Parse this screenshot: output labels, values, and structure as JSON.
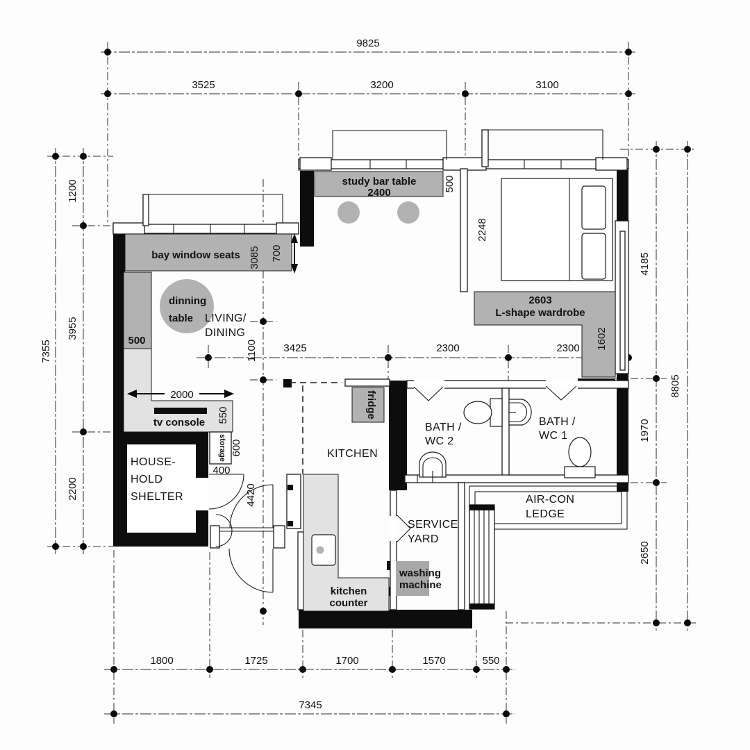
{
  "dims": {
    "top_overall": "9825",
    "top": [
      "3525",
      "3200",
      "3100"
    ],
    "left_overall": "7355",
    "left": [
      "1200",
      "3955",
      "2200"
    ],
    "right": [
      "4185",
      "1970",
      "2650"
    ],
    "right_overall": "8805",
    "mid": [
      "3425",
      "2300",
      "2300"
    ],
    "entry": [
      "1100",
      "4420"
    ],
    "bottom": [
      "1800",
      "1725",
      "1700",
      "1570",
      "550"
    ],
    "bottom_overall": "7345",
    "bay_depth": "700",
    "bay_width": "3085",
    "bench": "500",
    "study_side": "500",
    "bed_width": "2248",
    "wardrobe_leg": "1602",
    "tv_width": "2000",
    "tv_depth": "550",
    "storage_width": "600",
    "storage_depth": "400"
  },
  "rooms": {
    "living": [
      "LIVING/",
      "DINING"
    ],
    "kitchen": "KITCHEN",
    "bath2": [
      "BATH /",
      "WC 2"
    ],
    "bath1": [
      "BATH /",
      "WC 1"
    ],
    "service_yard": [
      "SERVICE",
      "YARD"
    ],
    "aircon_ledge": [
      "AIR-CON",
      "LEDGE"
    ],
    "household_shelter": [
      "HOUSE-",
      "HOLD",
      "SHELTER"
    ]
  },
  "furniture": {
    "bay_window_seats": "bay window seats",
    "dining_table": [
      "dinning",
      "table"
    ],
    "tv_console": "tv console",
    "study_bar_table": [
      "study bar table",
      "2400"
    ],
    "wardrobe": [
      "2603",
      "L-shape wardrobe"
    ],
    "fridge": "fridge",
    "washing_machine": [
      "washing",
      "machine"
    ],
    "kitchen_counter": [
      "kitchen",
      "counter"
    ],
    "storage": "storage"
  },
  "colors": {
    "furniture_gray": "#b2b2b2",
    "light_gray": "#e2e2e2",
    "washer_gray": "#a8a8a8",
    "wall_black": "#0d0d0d"
  }
}
